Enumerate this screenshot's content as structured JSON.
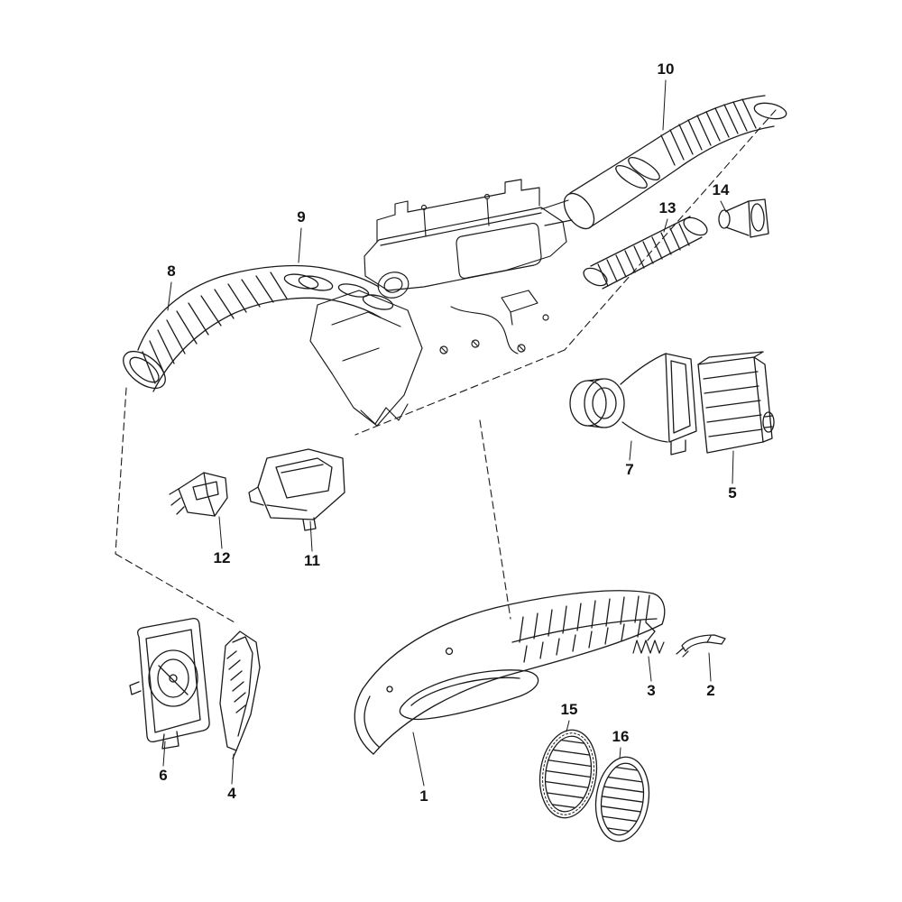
{
  "diagram": {
    "colors": {
      "background": "#ffffff",
      "line": "#1a1a1a"
    }
  },
  "parts": [
    {
      "number": "1"
    },
    {
      "number": "2"
    },
    {
      "number": "3"
    },
    {
      "number": "4"
    },
    {
      "number": "5"
    },
    {
      "number": "6"
    },
    {
      "number": "7"
    },
    {
      "number": "8"
    },
    {
      "number": "9"
    },
    {
      "number": "10"
    },
    {
      "number": "11"
    },
    {
      "number": "12"
    },
    {
      "number": "13"
    },
    {
      "number": "14"
    },
    {
      "number": "15"
    },
    {
      "number": "16"
    }
  ]
}
